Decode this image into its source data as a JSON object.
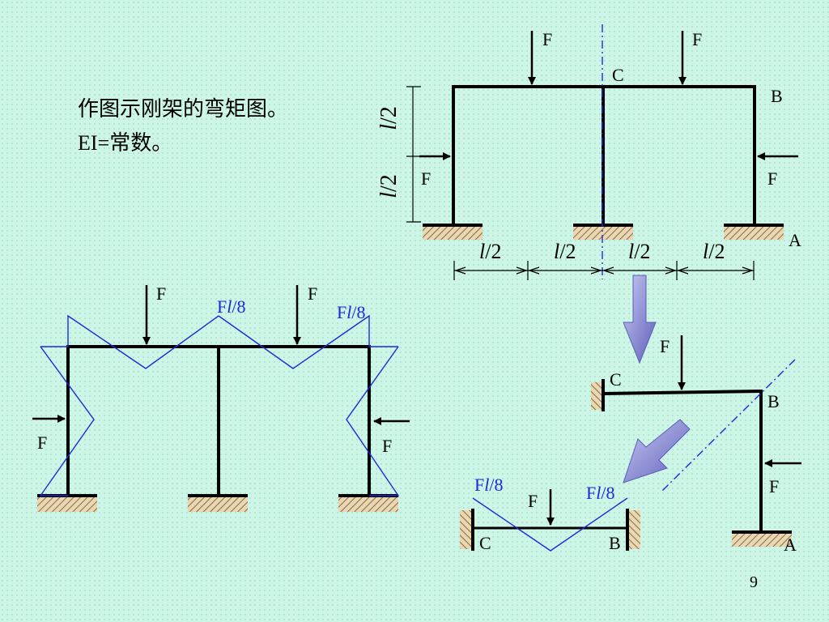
{
  "slide": {
    "task_line1": "作图示刚架的弯矩图。",
    "task_line2": "EI=常数。",
    "page_number": "9"
  },
  "labels": {
    "force": "F",
    "point_a": "A",
    "point_b": "B",
    "point_c": "C",
    "moment_value": "Fl/8",
    "half_length": "l/2"
  },
  "colors": {
    "background": "#cdf6e6",
    "frame": "#000000",
    "moment_diagram": "#1a2ad8",
    "arrow_fill": "#7d7fd6"
  }
}
